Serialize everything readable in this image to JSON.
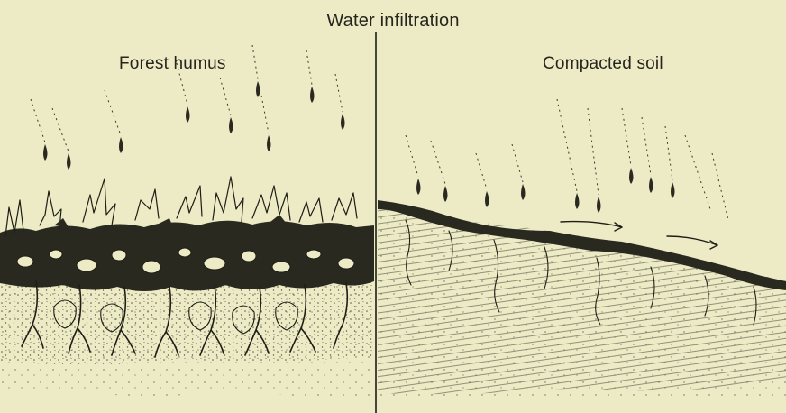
{
  "diagram": {
    "title": "Water infiltration",
    "panels": [
      {
        "label": "Forest humus"
      },
      {
        "label": "Compacted soil"
      }
    ]
  },
  "colors": {
    "paper": "#ecebc6",
    "ink": "#1e1d16",
    "soil_mid": "#5a5848",
    "soil_light": "#9a9882"
  }
}
